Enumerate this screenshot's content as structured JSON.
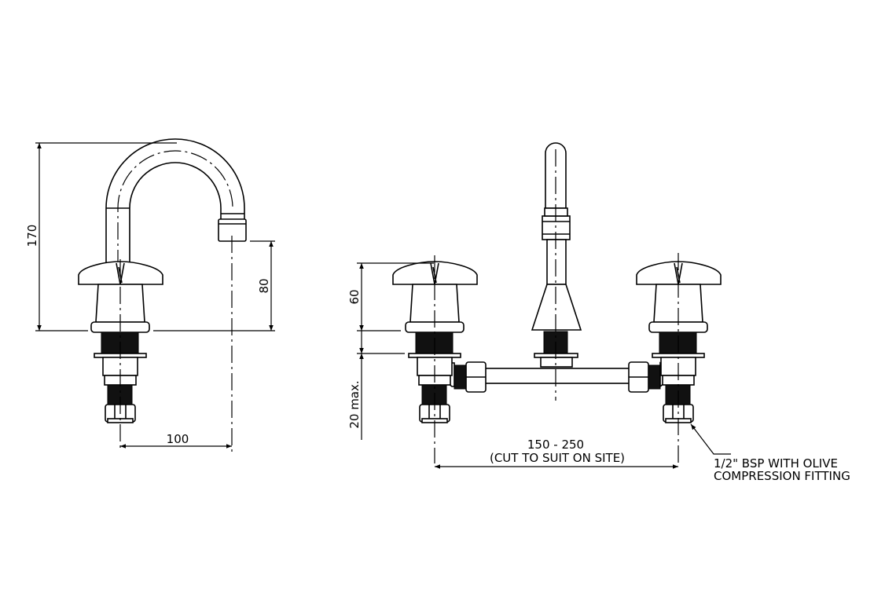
{
  "title": "Three-hole cross-handle basin tap set - technical drawing",
  "side_view": {
    "dimensions": {
      "overall_height": "170",
      "spout_height": "80",
      "spout_reach": "100"
    }
  },
  "front_view": {
    "dimensions": {
      "handle_height": "60",
      "deck_thickness": "20 max.",
      "centres": "150 - 250",
      "centres_note": "(CUT TO SUIT ON SITE)"
    },
    "callout": {
      "line1": "1/2\" BSP WITH OLIVE",
      "line2": "COMPRESSION FITTING"
    }
  }
}
